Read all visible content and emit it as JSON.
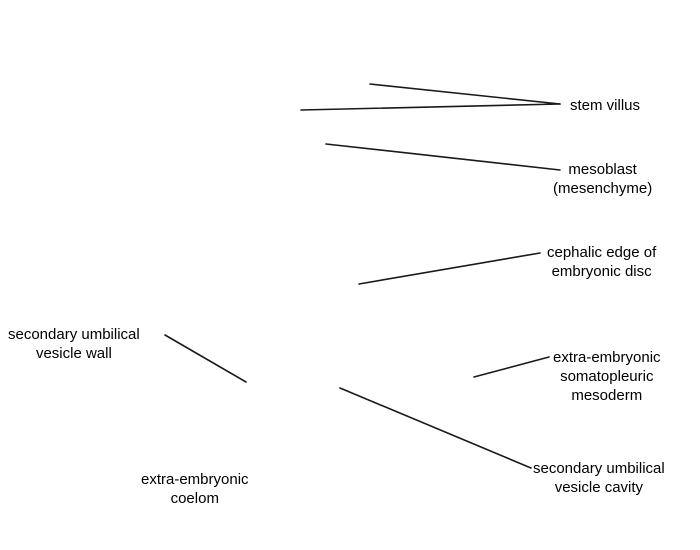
{
  "labels": {
    "stem_villus": {
      "lines": [
        "stem villus"
      ]
    },
    "mesoblast": {
      "lines": [
        "mesoblast",
        "(mesenchyme)"
      ]
    },
    "cephalic_edge": {
      "lines": [
        "cephalic edge of",
        "embryonic disc"
      ]
    },
    "secondary_umbilical_vesicle_wall": {
      "lines": [
        "secondary umbilical",
        "vesicle wall"
      ]
    },
    "extra_embryonic_somatopleuric_mesoderm": {
      "lines": [
        "extra-embryonic",
        "somatopleuric",
        "mesoderm"
      ]
    },
    "extra_embryonic_coelom": {
      "lines": [
        "extra-embryonic",
        "coelom"
      ]
    },
    "secondary_umbilical_vesicle_cavity": {
      "lines": [
        "secondary umbilical",
        "vesicle cavity"
      ]
    }
  },
  "colors": {
    "leader_line": "#1a1a1a",
    "text": "#000000",
    "background": "#ffffff"
  }
}
